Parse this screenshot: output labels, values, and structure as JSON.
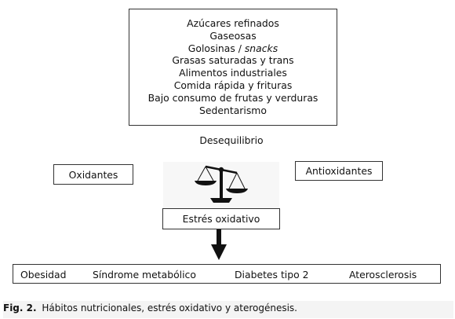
{
  "diagram": {
    "factors": [
      {
        "text": "Azúcares refinados"
      },
      {
        "text": "Gaseosas"
      },
      {
        "text": "Golosinas / ",
        "italic": "snacks"
      },
      {
        "text": "Grasas saturadas y trans"
      },
      {
        "text": "Alimentos industriales"
      },
      {
        "text": "Comida rápida y frituras"
      },
      {
        "text": "Bajo consumo de frutas y verduras"
      },
      {
        "text": "Sedentarismo"
      }
    ],
    "imbalance_label": "Desequilibrio",
    "oxidants_label": "Oxidantes",
    "antioxidants_label": "Antioxidantes",
    "stress_label": "Estrés oxidativo",
    "outcomes": [
      "Obesidad",
      "Síndrome metabólico",
      "Diabetes tipo 2",
      "Aterosclerosis"
    ]
  },
  "caption": {
    "label": "Fig. 2.",
    "text": "Hábitos nutricionales, estrés oxidativo y aterogénesis."
  }
}
